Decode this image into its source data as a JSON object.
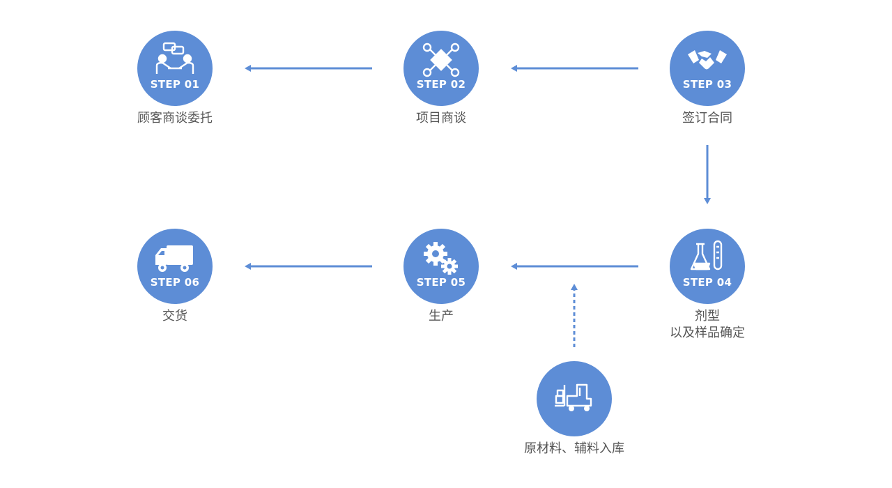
{
  "steps": [
    {
      "num": "STEP 01",
      "label": "顾客商谈委托",
      "icon": "customer-consult-icon"
    },
    {
      "num": "STEP 02",
      "label": "项目商谈",
      "icon": "project-negotiation-icon"
    },
    {
      "num": "STEP 03",
      "label": "签订合同",
      "icon": "handshake-icon"
    },
    {
      "num": "STEP 04",
      "label": "剂型",
      "label2": "以及样品确定",
      "icon": "lab-flask-icon"
    },
    {
      "num": "STEP 05",
      "label": "生产",
      "icon": "gears-icon"
    },
    {
      "num": "STEP 06",
      "label": "交货",
      "icon": "truck-icon"
    }
  ],
  "materials": {
    "label": "原材料、辅料入库",
    "icon": "forklift-icon"
  },
  "colors": {
    "accent": "#5d8dd6",
    "text": "#555555"
  }
}
